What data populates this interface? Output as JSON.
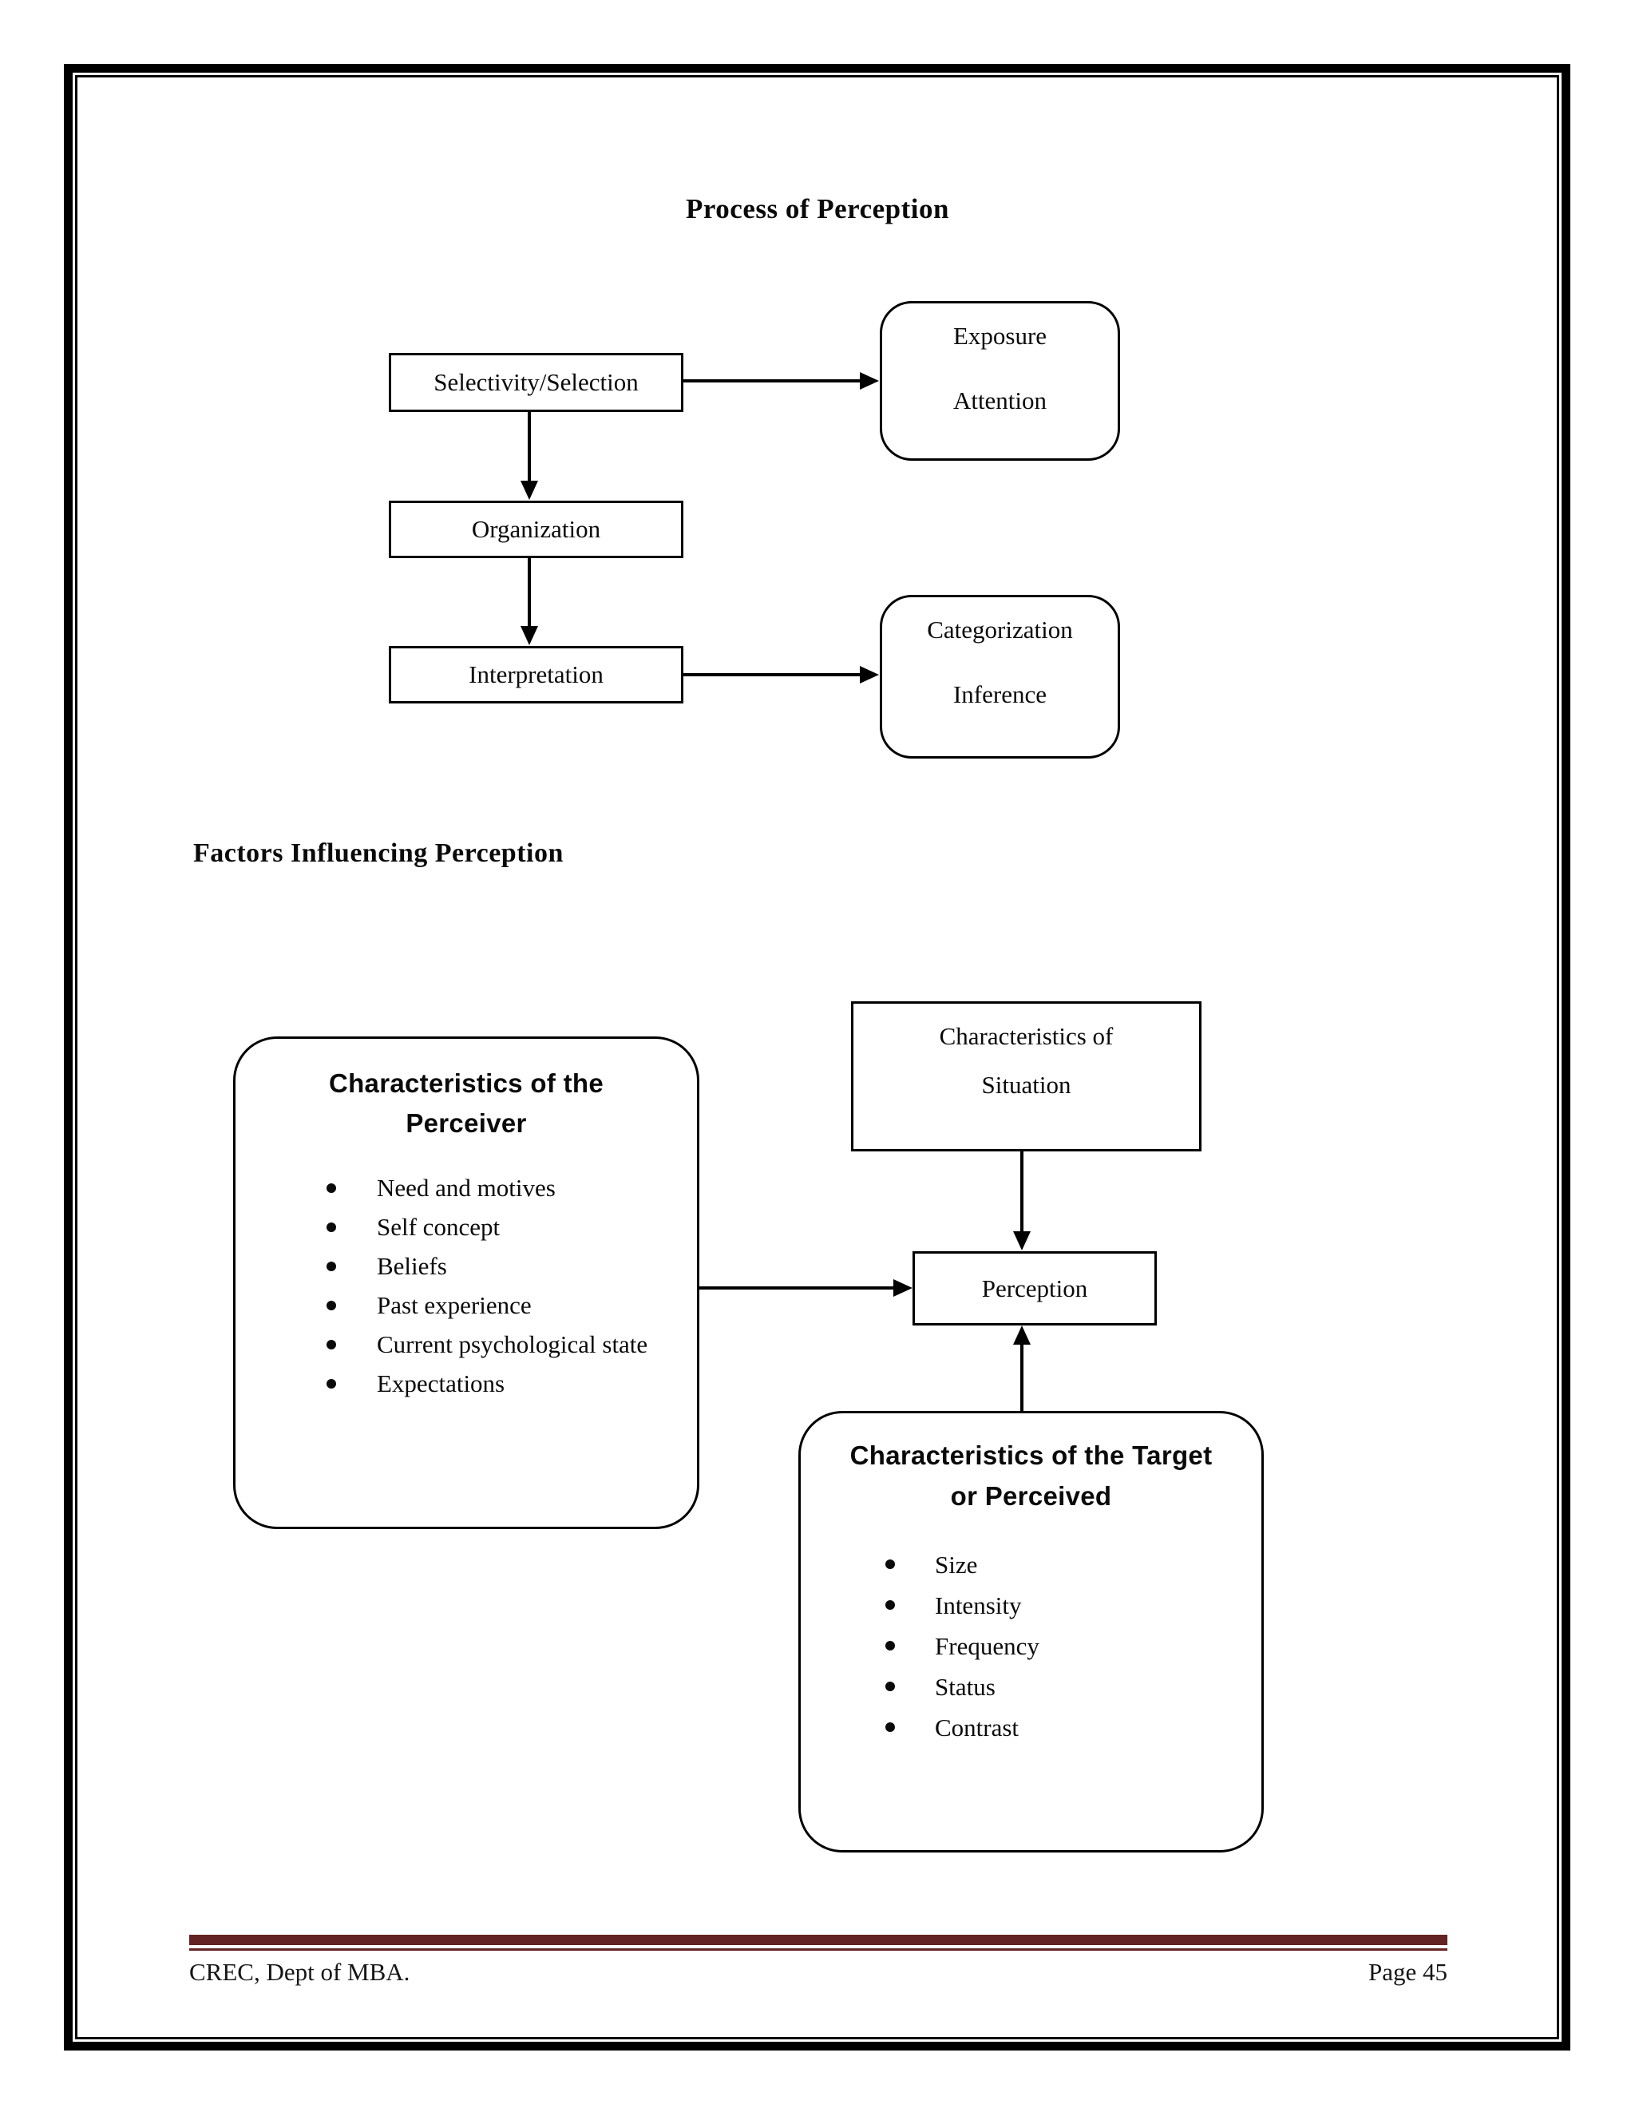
{
  "page": {
    "title": "Process of Perception",
    "section_heading": "Factors Influencing Perception",
    "accent_color": "#632423",
    "footer": {
      "left": "CREC, Dept of MBA.",
      "right": "Page 45"
    }
  },
  "process_diagram": {
    "selectivity": "Selectivity/Selection",
    "organization": "Organization",
    "interpretation": "Interpretation",
    "exposure_attention": {
      "line1": "Exposure",
      "line2": "Attention"
    },
    "categorization_inference": {
      "line1": "Categorization",
      "line2": "Inference"
    }
  },
  "factors_diagram": {
    "perceiver": {
      "title_line1": "Characteristics of the",
      "title_line2": "Perceiver",
      "items": [
        "Need and motives",
        "Self concept",
        "Beliefs",
        "Past experience",
        "Current psychological state",
        "Expectations"
      ]
    },
    "situation": {
      "line1": "Characteristics of",
      "line2": "Situation"
    },
    "perception": "Perception",
    "target": {
      "title_line1": "Characteristics of the Target",
      "title_line2": "or Perceived",
      "items": [
        "Size",
        "Intensity",
        "Frequency",
        "Status",
        "Contrast"
      ]
    }
  }
}
